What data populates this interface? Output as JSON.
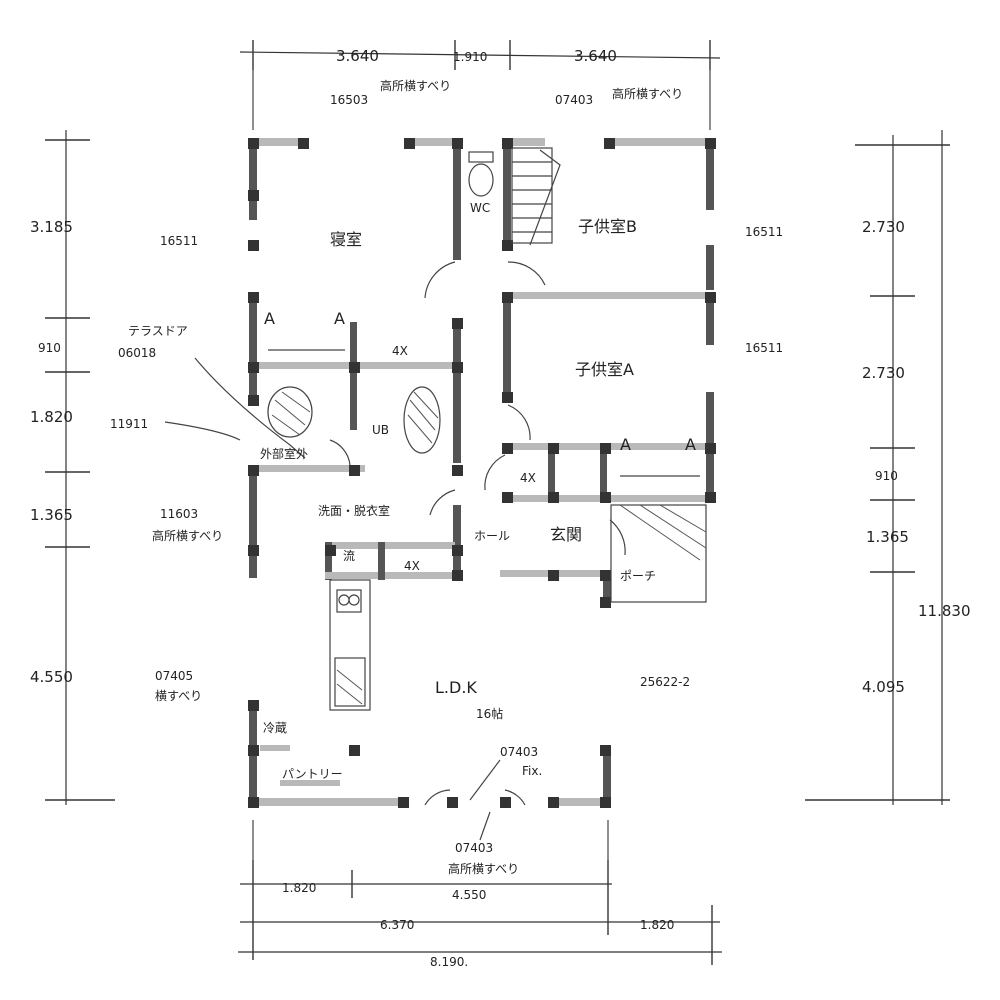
{
  "plan": {
    "dims_top": [
      "3.640",
      "1.910",
      "3.640"
    ],
    "dims_bottom_row1": [
      "1.820",
      "4.550"
    ],
    "dims_bottom_row2": [
      "6.370",
      "1.820"
    ],
    "dims_bottom_total": "8.190.",
    "dims_left": [
      "3.185",
      "910",
      "1.820",
      "1.365",
      "4.550"
    ],
    "dims_right": [
      "2.730",
      "2.730",
      "910",
      "1.365",
      "4.095"
    ],
    "dims_right_total": "11.830",
    "rooms": {
      "master": "寝室",
      "kids_b": "子供室B",
      "kids_a": "子供室A",
      "wc": "WC",
      "ub": "UB",
      "sanitary": "洗面・脱衣室",
      "hall": "ホール",
      "entrance": "玄関",
      "porch": "ポーチ",
      "ldk": "L.D.K",
      "ldk_size": "16帖",
      "sink": "流",
      "pantry": "パントリー",
      "fridge": "冷蔵",
      "wic_1": "4X",
      "wic_2": "4X",
      "wic_3": "4X",
      "closet_a1": "A",
      "closet_a2": "A",
      "closet_a3": "A",
      "closet_a4": "A"
    },
    "notes": {
      "top_left_code": "16503",
      "top_left_type": "高所横すべり",
      "top_right_code": "07403",
      "top_right_type": "高所横すべり",
      "master_window": "16511",
      "kids_b_window": "16511",
      "kids_a_window": "16511",
      "terrace_label": "テラスドア",
      "terrace_code": "06018",
      "left_code_11911": "11911",
      "outdoor_unit": "外部室外",
      "sanitary_code": "11603",
      "sanitary_type": "高所横すべり",
      "ldk_left_code": "07405",
      "ldk_left_type": "横すべり",
      "ldk_right_code": "25622-2",
      "bottom_fix_code": "07403",
      "bottom_fix_type": "Fix.",
      "bottom_code": "07403",
      "bottom_type": "高所横すべり"
    }
  }
}
